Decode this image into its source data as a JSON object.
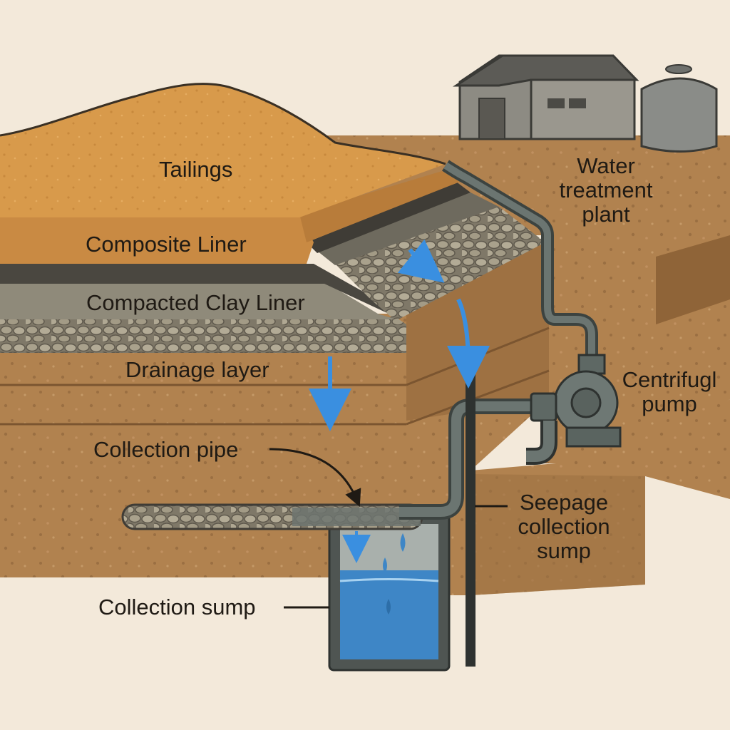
{
  "labels": {
    "tailings": "Tailings",
    "composite_liner": "Composite Liner",
    "compacted_clay_liner": "Compacted Clay Liner",
    "drainage_layer": "Drainage layer",
    "collection_pipe": "Collection pipe",
    "collection_sump": "Collection sump",
    "water_treatment_plant": [
      "Water",
      "treatment",
      "plant"
    ],
    "centrifugal_pump": [
      "Centrifugl",
      "pump"
    ],
    "seepage_collection_sump": [
      "Seepage",
      "collection",
      "sump"
    ]
  },
  "colors": {
    "background": "#f3e9da",
    "tailings": "#d89a4b",
    "composite_liner": "#c98a43",
    "liner_dark": "#4a4740",
    "clay_liner": "#8f8a7a",
    "gravel": "#a29a86",
    "soil": "#b1824f",
    "soil_shadow": "#8f6438",
    "pipe": "#5b6561",
    "water": "#3e86c6",
    "flow_arrow": "#3a8fe0"
  }
}
